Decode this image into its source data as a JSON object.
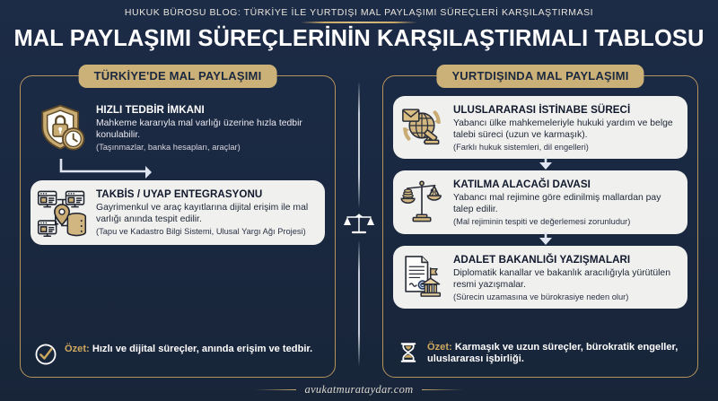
{
  "header": {
    "subtitle": "HUKUK BÜROSU BLOG: TÜRKİYE İLE YURTDIŞI MAL PAYLAŞIMI SÜREÇLERİ KARŞILAŞTIRMASI",
    "title": "MAL PAYLAŞIMI SÜREÇLERİNİN KARŞILAŞTIRMALI TABLOSU"
  },
  "left": {
    "badge": "TÜRKİYE'DE MAL PAYLAŞIMI",
    "items": [
      {
        "icon": "shield-lock-clock-icon",
        "title": "HIZLI TEDBİR İMKANI",
        "desc": "Mahkeme kararıyla mal varlığı üzerine hızla tedbir konulabilir.",
        "note": "(Taşınmazlar, banka hesapları, araçlar)",
        "style": "plain"
      },
      {
        "icon": "digital-network-database-icon",
        "title": "TAKBİS / UYAP ENTEGRASYONU",
        "desc": "Gayrimenkul ve araç kayıtlarına dijital erişim ile mal varlığı anında tespit edilir.",
        "note": "(Tapu ve Kadastro Bilgi Sistemi, Ulusal Yargı Ağı Projesi)",
        "style": "card"
      }
    ],
    "summary": {
      "icon": "check-circle-icon",
      "label": "Özet:",
      "text": "Hızlı ve dijital süreçler, anında erişim ve tedbir."
    }
  },
  "right": {
    "badge": "YURTDIŞINDA MAL PAYLAŞIMI",
    "items": [
      {
        "icon": "globe-envelope-gavel-icon",
        "title": "ULUSLARARASI İSTİNABE SÜRECİ",
        "desc": "Yabancı ülke mahkemeleriyle hukuki yardım ve belge talebi süreci (uzun ve karmaşık).",
        "note": "(Farklı hukuk sistemleri, dil engelleri)",
        "style": "card"
      },
      {
        "icon": "scales-coins-percent-icon",
        "title": "KATILMA ALACAĞI DAVASI",
        "desc": "Yabancı mal rejimine göre edinilmiş mallardan pay talep edilir.",
        "note": "(Mal rejiminin tespiti ve değerlemesi zorunludur)",
        "style": "card"
      },
      {
        "icon": "document-ministry-building-icon",
        "title": "ADALET BAKANLIĞI YAZIŞMALARI",
        "desc": "Diplomatik kanallar ve bakanlık aracılığıyla yürütülen resmi yazışmalar.",
        "note": "(Sürecin uzamasına ve bürokrasiye neden olur)",
        "style": "card"
      }
    ],
    "summary": {
      "icon": "hourglass-icon",
      "label": "Özet:",
      "text": "Karmaşık ve uzun süreçler, bürokratik engeller, uluslararası işbirliği."
    }
  },
  "divider": {
    "icon": "scales-of-justice-icon"
  },
  "footer": {
    "site": "avukatmurataydar.com"
  },
  "colors": {
    "background": "#1b2a45",
    "gold": "#c8a968",
    "badge": "#cbb077",
    "card": "#f0f0ee",
    "text_light": "#ffffff",
    "text_dark": "#10182c",
    "accent_label": "#cfa960"
  }
}
